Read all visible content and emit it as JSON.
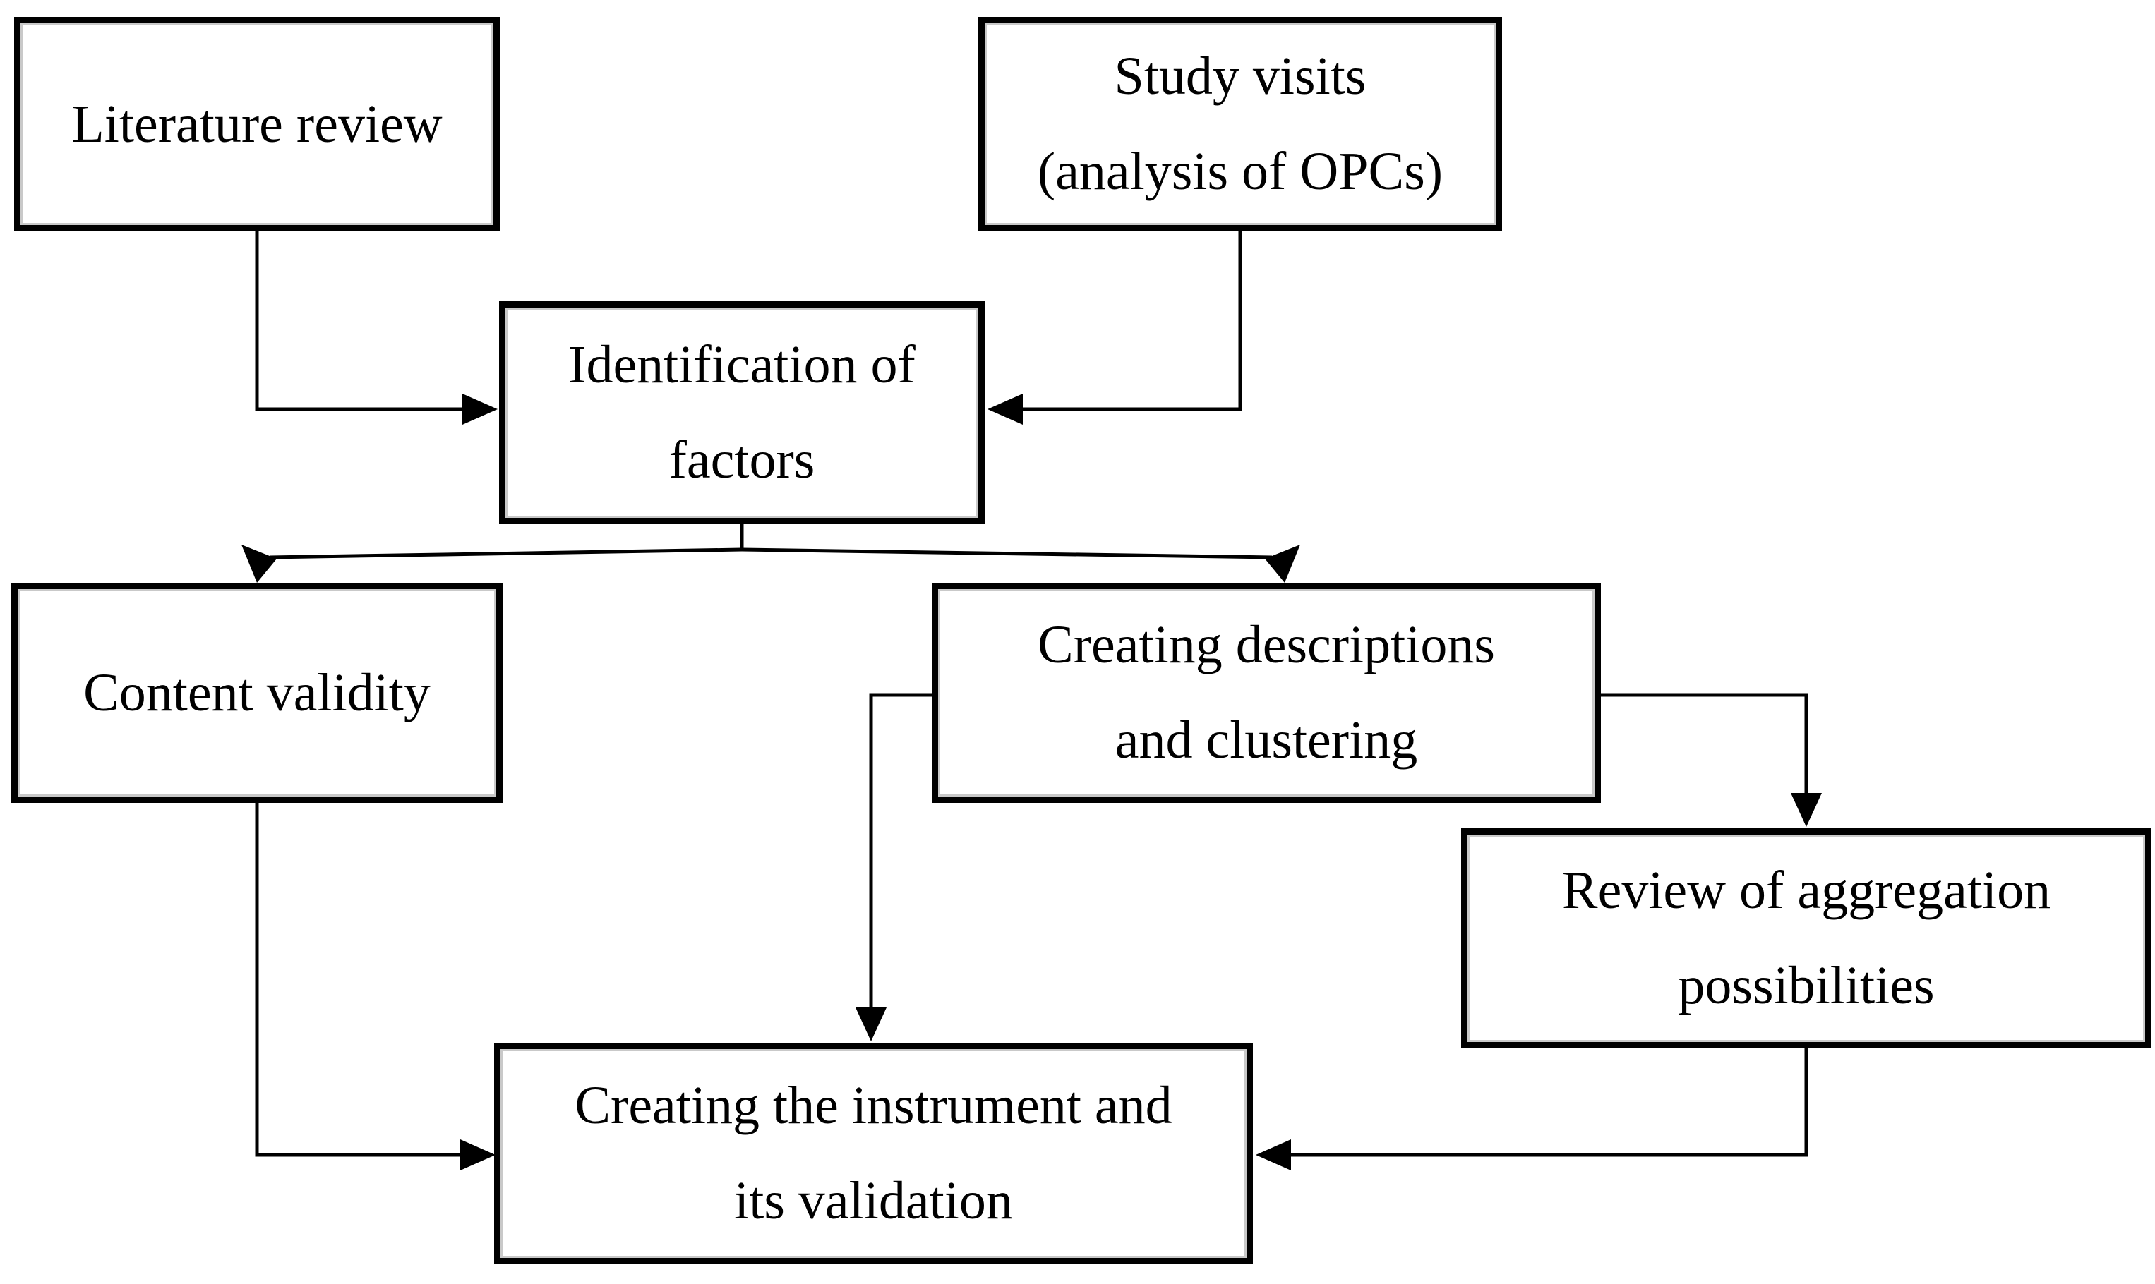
{
  "nodes": {
    "literature_review": {
      "lines": [
        "Literature review"
      ]
    },
    "study_visits": {
      "lines": [
        "Study visits",
        "(analysis of OPCs)"
      ]
    },
    "identification": {
      "lines": [
        "Identification of",
        "factors"
      ]
    },
    "content_validity": {
      "lines": [
        "Content validity"
      ]
    },
    "creating_descriptions": {
      "lines": [
        "Creating descriptions",
        "and clustering"
      ]
    },
    "review_aggregation": {
      "lines": [
        "Review of aggregation",
        "possibilities"
      ]
    },
    "creating_instrument": {
      "lines": [
        "Creating the instrument and",
        "its validation"
      ]
    }
  },
  "colors": {
    "background": "#ffffff",
    "box_fill": "#ffffff",
    "box_border": "#000000",
    "line": "#000000",
    "text": "#000000"
  }
}
